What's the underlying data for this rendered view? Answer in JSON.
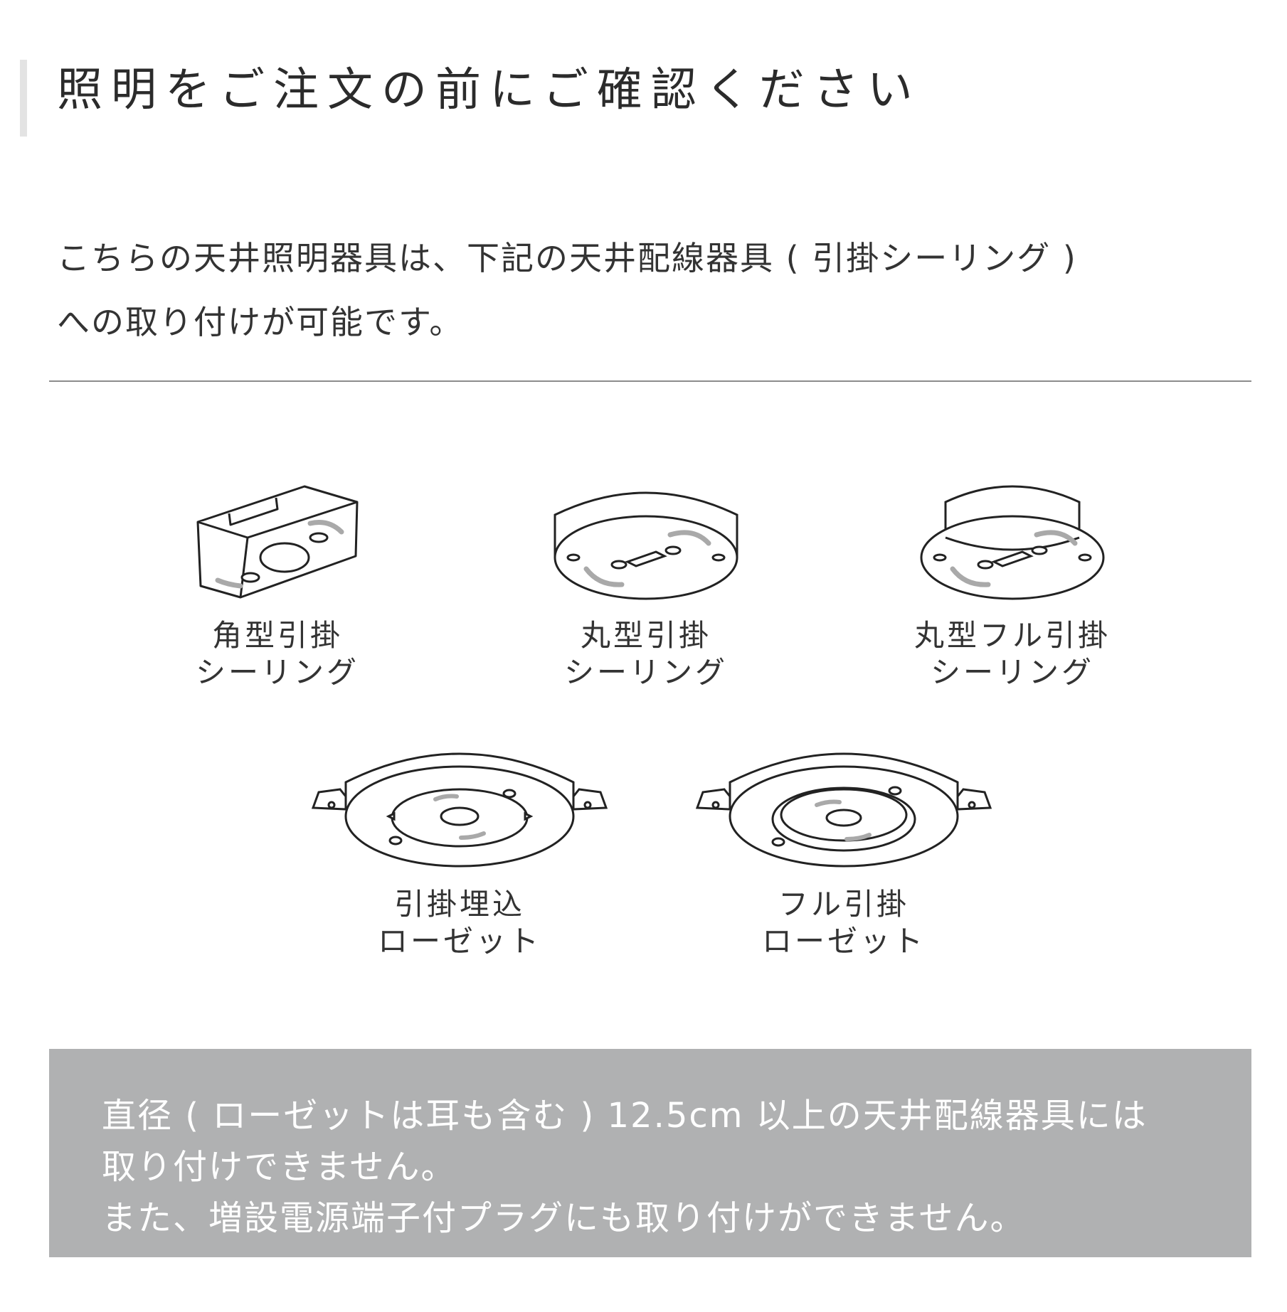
{
  "header": {
    "title": "照明をご注文の前にご確認ください"
  },
  "intro": {
    "line1": "こちらの天井照明器具は、下記の天井配線器具 ( 引掛シーリング )",
    "line2": "への取り付けが可能です。"
  },
  "fixtures": [
    {
      "icon": "square-ceiling-hook-icon",
      "line1": "角型引掛",
      "line2": "シーリング"
    },
    {
      "icon": "round-ceiling-hook-icon",
      "line1": "丸型引掛",
      "line2": "シーリング"
    },
    {
      "icon": "round-full-ceiling-hook-icon",
      "line1": "丸型フル引掛",
      "line2": "シーリング"
    },
    {
      "icon": "embedded-hook-rosette-icon",
      "line1": "引掛埋込",
      "line2": "ローゼット"
    },
    {
      "icon": "full-hook-rosette-icon",
      "line1": "フル引掛",
      "line2": "ローゼット"
    }
  ],
  "notice": {
    "line1": "直径 ( ローゼットは耳も含む ) 12.5cm 以上の天井配線器具には",
    "line2": "取り付けできません。",
    "line3": "また、増設電源端子付プラグにも取り付けができません。"
  },
  "colors": {
    "notice_bg": "#b0b1b2",
    "accent_bar": "#e3e3e3",
    "divider": "#8c8c8c",
    "text": "#333333"
  }
}
